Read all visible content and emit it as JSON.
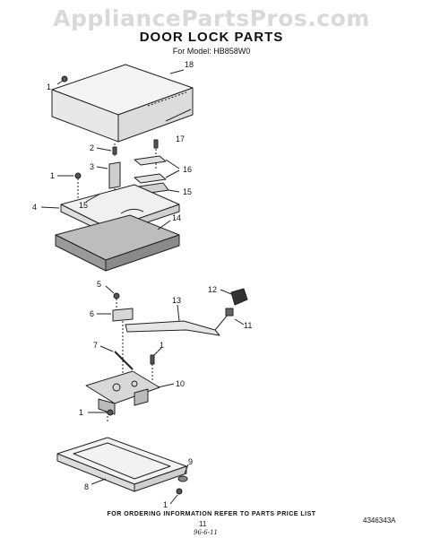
{
  "header": {
    "watermark": "AppliancePartsPros.com",
    "title": "DOOR LOCK PARTS",
    "model": "For Model: HB858W0"
  },
  "callouts": {
    "c18": "18",
    "c1a": "1",
    "c2": "2",
    "c17": "17",
    "c3": "3",
    "c16": "16",
    "c1b": "1",
    "c15a": "15",
    "c15b": "15",
    "c4": "4",
    "c14": "14",
    "c5": "5",
    "c12": "12",
    "c13": "13",
    "c6": "6",
    "c11": "11",
    "c7": "7",
    "c1c": "1",
    "c10": "10",
    "c1d": "1",
    "c9": "9",
    "c8": "8",
    "c1e": "1"
  },
  "footer": {
    "instruction": "FOR ORDERING INFORMATION REFER TO PARTS PRICE LIST",
    "page": "11",
    "part_number": "4346343A",
    "handwritten": "96-6-11"
  }
}
